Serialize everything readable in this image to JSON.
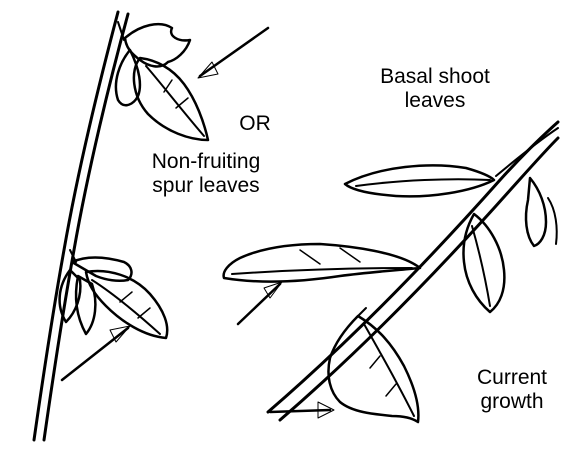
{
  "labels": {
    "basal_shoot_line1": "Basal shoot",
    "basal_shoot_line2": "leaves",
    "or_text": "OR",
    "non_fruiting_line1": "Non-fruiting",
    "non_fruiting_line2": "spur leaves",
    "current_growth_line1": "Current",
    "current_growth_line2": "growth"
  },
  "colors": {
    "ink": "#000000",
    "background": "#ffffff"
  }
}
